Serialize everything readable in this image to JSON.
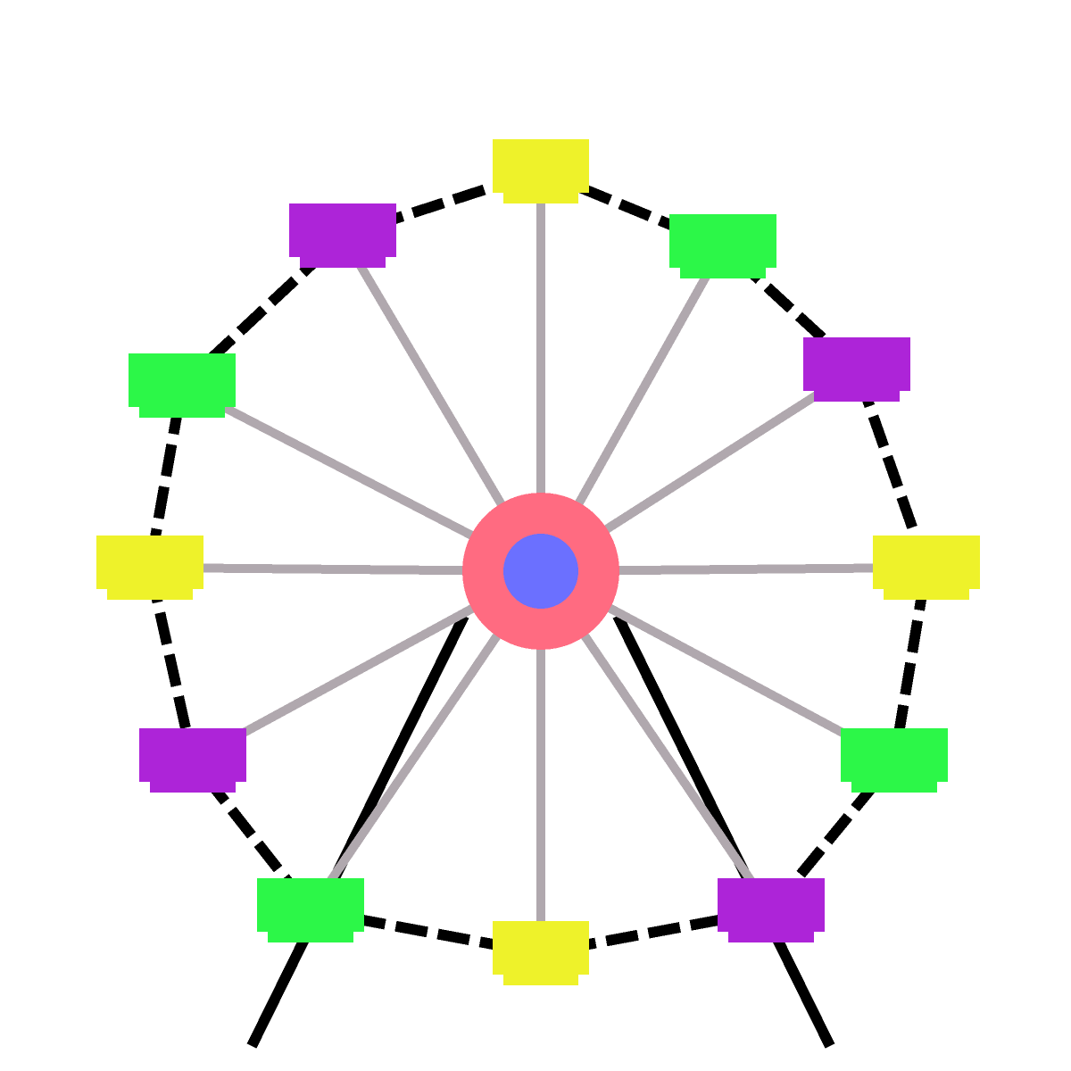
{
  "drawing": {
    "subject": "ferris-wheel",
    "cabin_count": 12,
    "cabin_colors_clockwise_from_top": [
      "yellow",
      "green",
      "purple",
      "yellow",
      "green",
      "purple",
      "yellow",
      "green",
      "purple",
      "yellow",
      "green",
      "purple"
    ]
  },
  "colors": {
    "background": "#ffffff",
    "rim": "#000000",
    "spoke": "#b0a8ae",
    "hub_outer": "#ff6b81",
    "hub_inner": "#6b70ff",
    "yellow": "#eef22a",
    "green": "#2cf748",
    "purple": "#ad24d8"
  }
}
